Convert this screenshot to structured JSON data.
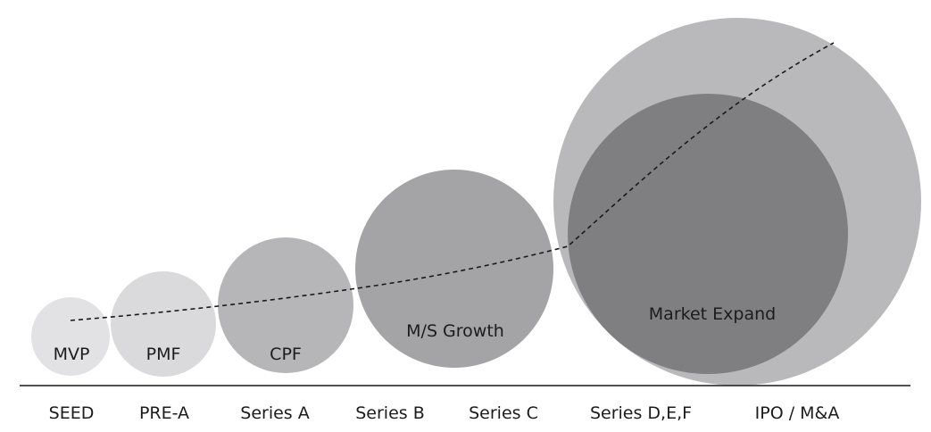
{
  "bubbles": [
    {
      "label": "MVP",
      "color": "#e2e2e4"
    },
    {
      "label": "PMF",
      "color": "#dadadc"
    },
    {
      "label": "CPF",
      "color": "#b6b6b9"
    },
    {
      "label": "M/S Growth",
      "color": "#a4a4a7"
    },
    {
      "label": "Market Expand",
      "color": "#7f7f82"
    }
  ],
  "outer_bubble_color": "#b9b9bc",
  "stages": [
    "SEED",
    "PRE-A",
    "Series A",
    "Series B",
    "Series C",
    "Series D,E,F",
    "IPO / M&A"
  ]
}
